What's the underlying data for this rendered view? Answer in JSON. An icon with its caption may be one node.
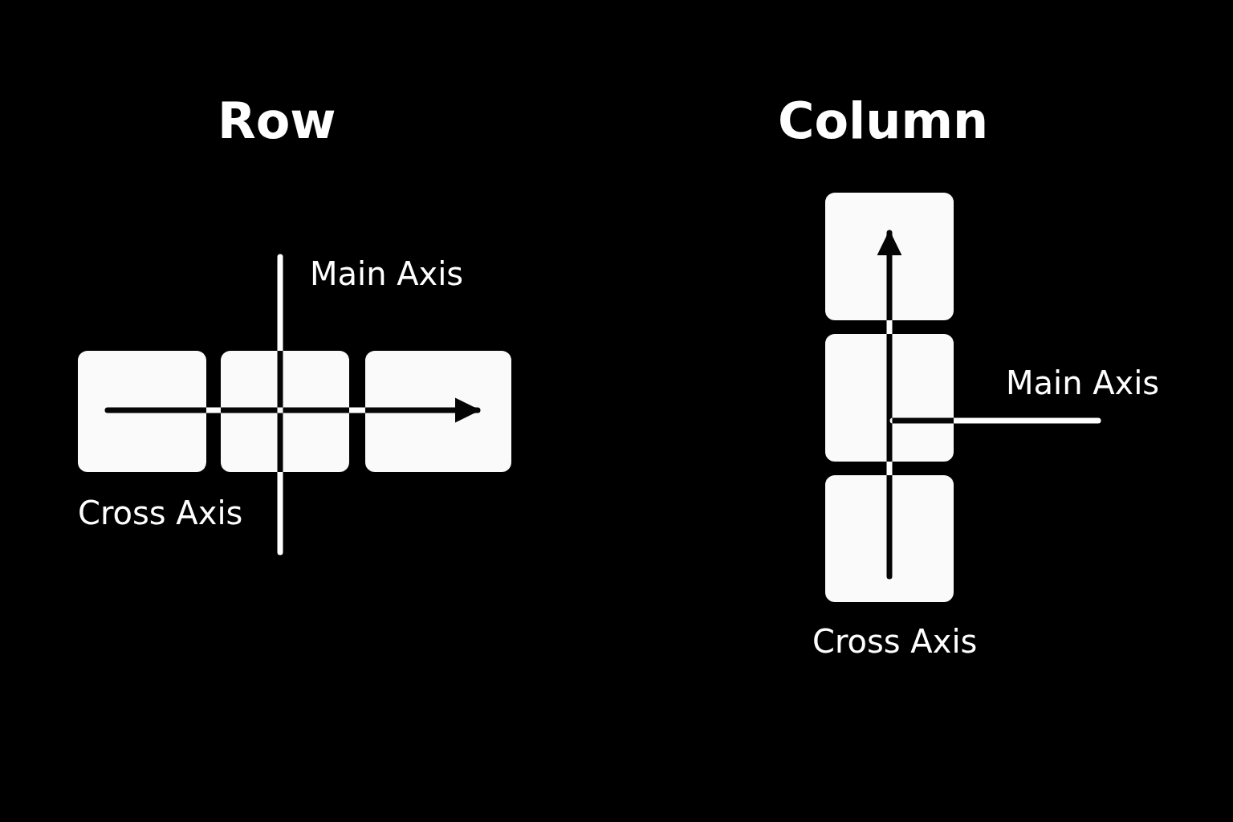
{
  "diagram": {
    "labels": [
      "Row",
      "Column",
      "Main Axis",
      "Main Axis",
      "Cross Axis",
      "Cross Axis"
    ]
  }
}
